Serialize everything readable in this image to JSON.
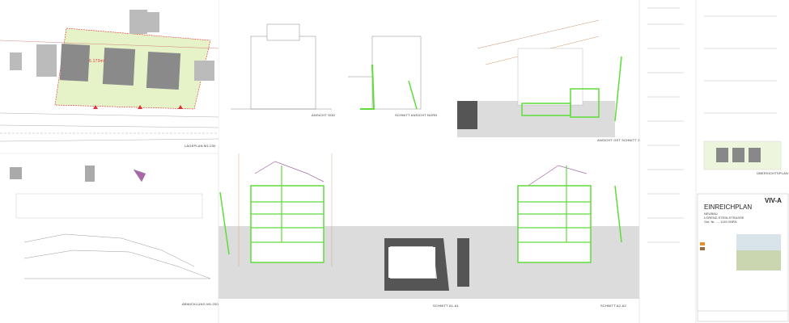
{
  "sheet": {
    "labels": {
      "lageplan": "LAGEPLAN M1:200",
      "ansicht_sued": "ANSICHT SÜD",
      "schnitt_ansicht_nord": "SCHNITT ANSICHT NORD",
      "ansicht_ost_schnitt": "ANSICHT OST SCHNITT 2",
      "abwicklung": "ABWICKLUNG M1:200",
      "schnitt_a1": "SCHNITT A1-A1",
      "schnitt_a2": "SCHNITT A2-A2",
      "uebersichtsplan": "ÜBERSICHTSPLAN",
      "site_dimension": "6.173m²"
    },
    "title_block": {
      "plan_type": "EINREICHPLAN",
      "line1": "NEUBAU",
      "line2": "LORENZ-STEIN-STRASSE",
      "line3": "Gst. Nr. ..., 1140 WIEN",
      "logo": "VIV-A"
    },
    "colors": {
      "green": "#5fdc3a",
      "gray": "#d9d9d9",
      "dark": "#555555",
      "red": "#d33"
    }
  }
}
